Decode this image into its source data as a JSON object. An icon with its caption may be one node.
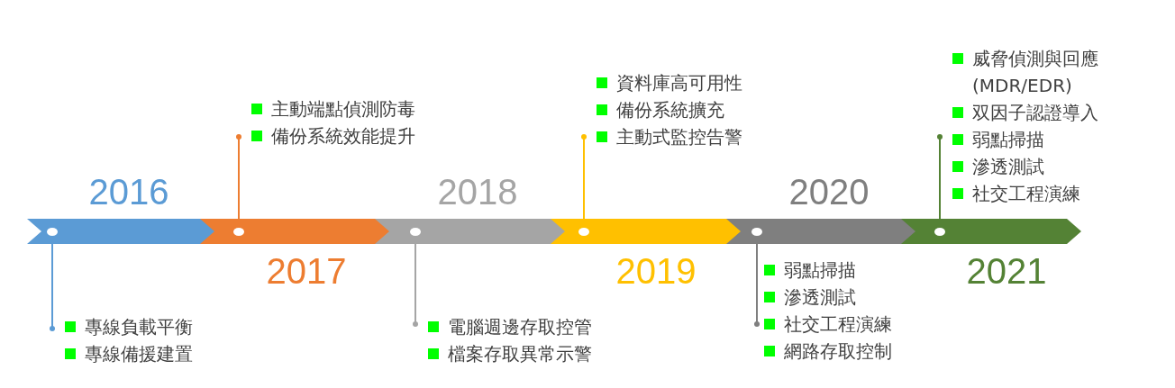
{
  "diagram": {
    "nodes": [
      {
        "text": [],
        "shape": "chevron",
        "beside": [
          "2016"
        ]
      },
      {
        "text": [],
        "shape": "circle",
        "in": 0
      },
      {
        "text": [
          "專線負載平衡",
          "專線備援建置"
        ]
      },
      {
        "text": [],
        "shape": "chevron",
        "beside": [
          "2017"
        ]
      },
      {
        "text": [],
        "shape": "circle",
        "in": 3
      },
      {
        "text": [
          "主動端點偵測防毒",
          "備份系統效能提升"
        ]
      },
      {
        "text": [],
        "shape": "chevron",
        "beside": [
          "2018"
        ]
      },
      {
        "text": [],
        "shape": "circle",
        "in": 6
      },
      {
        "text": [
          "電腦週邊存取控管",
          "檔案存取異常示警"
        ]
      },
      {
        "text": [],
        "shape": "chevron",
        "beside": [
          "2019"
        ]
      },
      {
        "text": [],
        "shape": "circle",
        "in": 9
      },
      {
        "text": [
          "資料庫高可用性",
          "備份系統擴充",
          "主動式監控告警"
        ]
      },
      {
        "text": [],
        "shape": "chevron",
        "beside": [
          "2020"
        ]
      },
      {
        "text": [],
        "shape": "circle",
        "in": 12
      },
      {
        "text": [
          "弱點掃描",
          "滲透測試",
          "社交工程演練",
          "網路存取控制"
        ]
      },
      {
        "text": [],
        "shape": "chevron",
        "beside": [
          "2021"
        ]
      },
      {
        "text": [],
        "shape": "circle",
        "in": 15
      },
      {
        "text": [
          "威脅偵測與回應 (MDR/EDR)",
          "双因子認證導入",
          "弱點掃描",
          "滲透測試",
          "社交工程演練"
        ]
      }
    ],
    "edges": [
      {
        "from": 1,
        "to": 2,
        "arrow": "other",
        "color": "#5b9bd5"
      },
      {
        "from": 4,
        "to": 5,
        "arrow": "other",
        "color": "#ed7d31"
      },
      {
        "from": 7,
        "to": 8,
        "arrow": "other",
        "color": "#a5a5a5"
      },
      {
        "from": 10,
        "to": 11,
        "arrow": "other",
        "color": "#ffc000"
      },
      {
        "from": 13,
        "to": 14,
        "arrow": "other",
        "color": "#7f7f7f"
      },
      {
        "from": 16,
        "to": 17,
        "arrow": "other",
        "color": "#548235"
      }
    ]
  }
}
